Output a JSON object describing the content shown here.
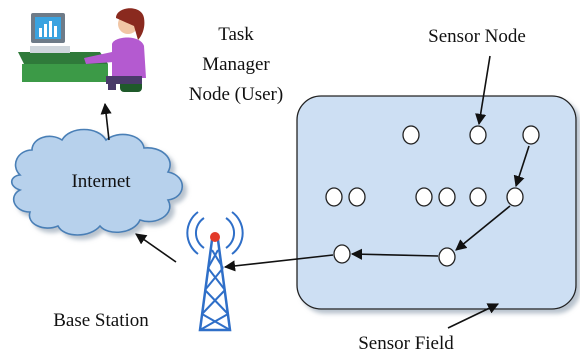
{
  "labels": {
    "task_manager_line1": "Task",
    "task_manager_line2": "Manager",
    "task_manager_line3": "Node (User)",
    "sensor_node": "Sensor Node",
    "internet": "Internet",
    "base_station": "Base Station",
    "sensor_field": "Sensor Field"
  },
  "colors": {
    "field_fill": "#cddff3",
    "field_stroke": "#222222",
    "cloud_fill": "#b7d1ec",
    "cloud_stroke": "#4a7fb6",
    "tower": "#2f6fc8",
    "tower_light": "#e23a2a",
    "node_fill": "#ffffff",
    "arrow": "#111111"
  },
  "icons": [
    "user-at-computer-icon",
    "cloud-icon",
    "antenna-tower-icon"
  ]
}
